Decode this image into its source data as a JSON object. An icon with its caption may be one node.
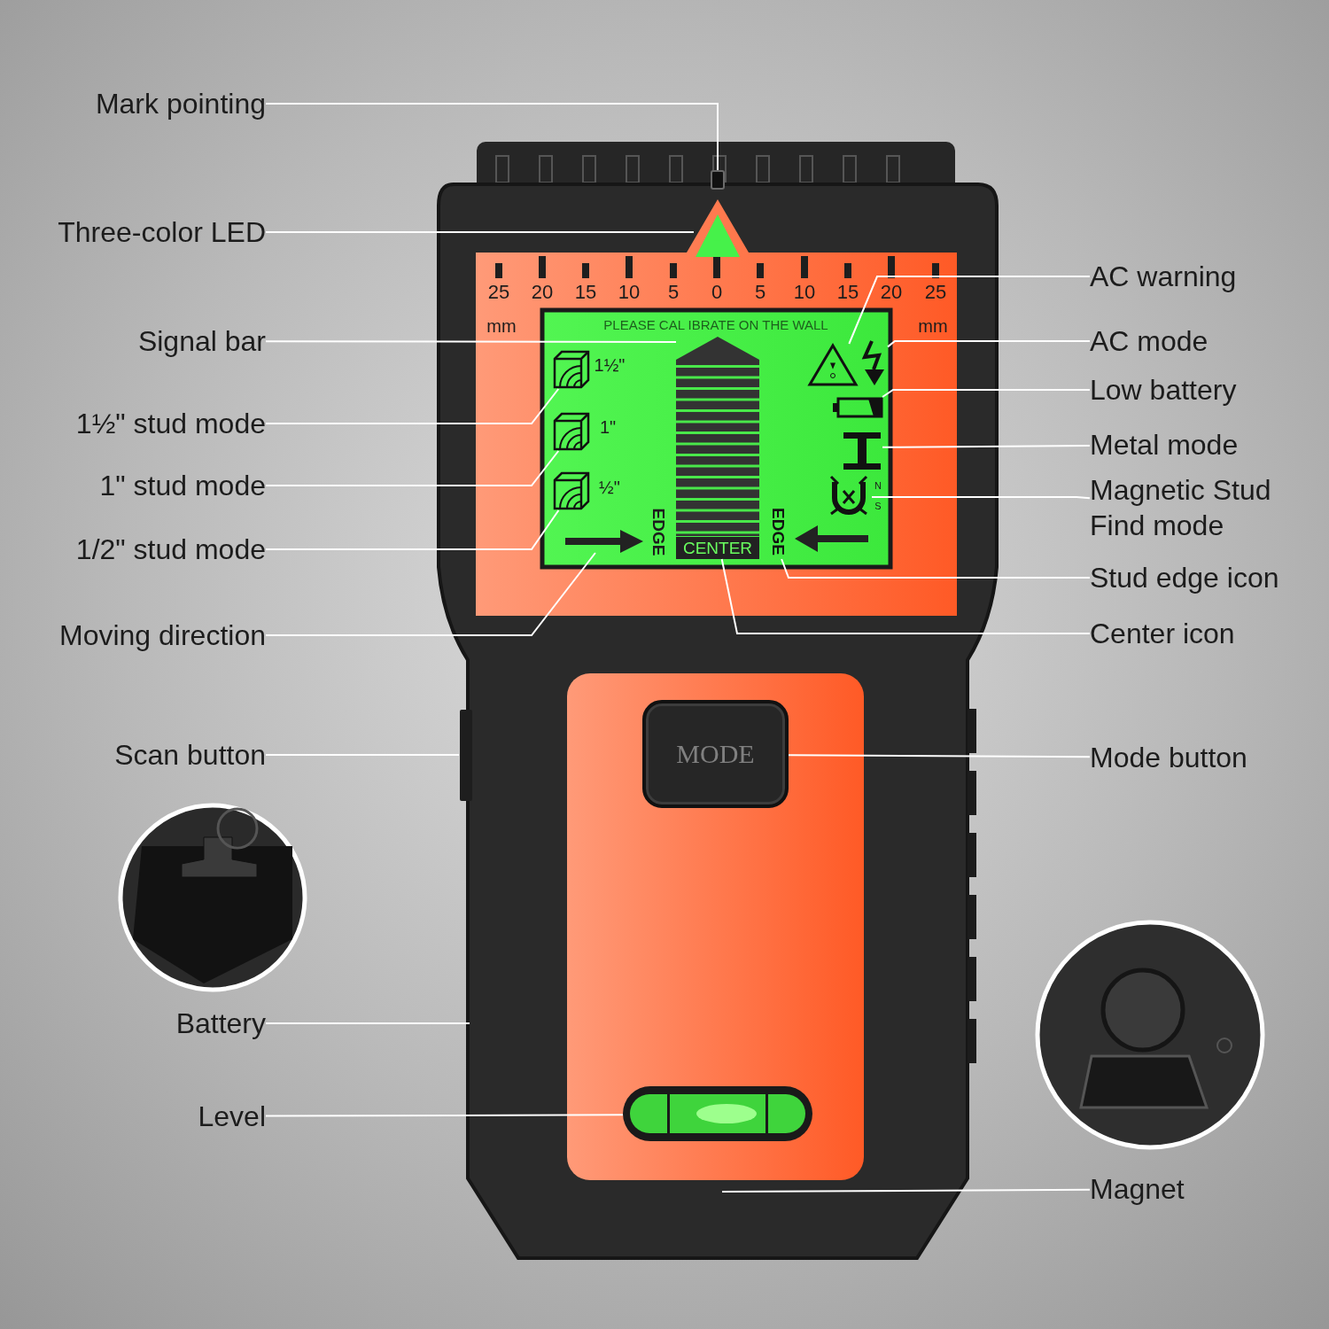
{
  "diagram": {
    "nodes": [
      {
        "text": [
          "Mark pointing"
        ]
      },
      {
        "text": [
          "Three-color LED"
        ]
      },
      {
        "text": [
          "Signal bar"
        ]
      },
      {
        "text": [
          "1½\" stud mode"
        ]
      },
      {
        "text": [
          "1\" stud mode"
        ]
      },
      {
        "text": [
          "1/2\" stud mode"
        ]
      },
      {
        "text": [
          "Moving direction"
        ]
      },
      {
        "text": [
          "Scan button"
        ]
      },
      {
        "text": [
          "Battery"
        ]
      },
      {
        "text": [
          "Level"
        ]
      },
      {
        "text": [
          "AC warning"
        ]
      },
      {
        "text": [
          "AC mode"
        ]
      },
      {
        "text": [
          "Low battery"
        ]
      },
      {
        "text": [
          "Metal mode"
        ]
      },
      {
        "text": [
          "Magnetic Stud Find mode"
        ]
      },
      {
        "text": [
          "Stud edge icon"
        ]
      },
      {
        "text": [
          "Center icon"
        ]
      },
      {
        "text": [
          "Mode button"
        ]
      },
      {
        "text": [
          "Magnet"
        ]
      },
      {
        "text": [],
        "shape": "picture"
      },
      {
        "text": [],
        "shape": "box"
      },
      {
        "text": [],
        "shape": "triangle",
        "in": 19
      },
      {
        "text": [],
        "shape": "bar",
        "in": 19
      },
      {
        "text": [],
        "shape": "picture",
        "in": 19
      },
      {
        "text": [],
        "shape": "picture",
        "in": 19
      },
      {
        "text": [],
        "shape": "picture",
        "in": 19
      },
      {
        "text": [],
        "shape": "arrow",
        "in": 19
      },
      {
        "text": [],
        "shape": "triangle",
        "in": 19
      },
      {
        "text": [],
        "shape": "picture",
        "in": 19
      },
      {
        "text": [],
        "shape": "picture",
        "in": 19
      },
      {
        "text": [],
        "shape": "picture",
        "in": 19
      },
      {
        "text": [],
        "shape": "picture",
        "in": 19
      },
      {
        "text": [
          "EDGE"
        ],
        "in": 19
      },
      {
        "text": [
          "CENTER"
        ],
        "in": 19
      },
      {
        "text": [
          "MODE"
        ],
        "in": 19
      },
      {
        "text": [],
        "shape": "box",
        "in": 19
      },
      {
        "text": [],
        "shape": "picture",
        "in": 19
      },
      {
        "text": [],
        "shape": "arrow",
        "in": 19
      }
    ],
    "edges": [
      {
        "from": 0,
        "to": 20,
        "arrow": "none"
      },
      {
        "from": 1,
        "to": 21,
        "arrow": "none"
      },
      {
        "from": 2,
        "to": 22,
        "arrow": "none"
      },
      {
        "from": 3,
        "to": 23,
        "arrow": "none"
      },
      {
        "from": 4,
        "to": 24,
        "arrow": "none"
      },
      {
        "from": 5,
        "to": 25,
        "arrow": "none"
      },
      {
        "from": 6,
        "to": 26,
        "arrow": "none"
      },
      {
        "from": 7,
        "to": 35,
        "arrow": "none"
      },
      {
        "from": 8,
        "to": 19,
        "arrow": "none"
      },
      {
        "from": 9,
        "to": 36,
        "arrow": "none"
      },
      {
        "from": 10,
        "to": 27,
        "arrow": "none"
      },
      {
        "from": 11,
        "to": 28,
        "arrow": "none"
      },
      {
        "from": 12,
        "to": 29,
        "arrow": "none"
      },
      {
        "from": 13,
        "to": 30,
        "arrow": "none"
      },
      {
        "from": 14,
        "to": 31,
        "arrow": "none"
      },
      {
        "from": 15,
        "to": 32,
        "arrow": "none"
      },
      {
        "from": 16,
        "to": 33,
        "arrow": "none"
      },
      {
        "from": 17,
        "to": 34,
        "arrow": "none"
      },
      {
        "from": 18,
        "to": 19,
        "arrow": "none"
      }
    ],
    "labels": [
      "25",
      "20",
      "15",
      "10",
      "5",
      "0",
      "5",
      "10",
      "15",
      "20",
      "25",
      "mm",
      "PLEASE CAL IBRATE ON THE WALL",
      "mm",
      "1½\"",
      "1\"",
      "½\"",
      "EDGE",
      "N",
      "S"
    ]
  }
}
